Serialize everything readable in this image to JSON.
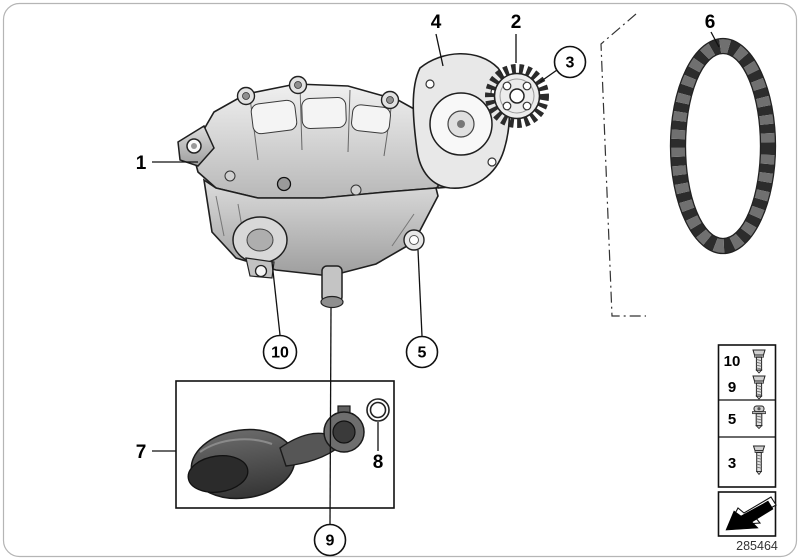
{
  "diagram_number": "285464",
  "callouts": {
    "c1": {
      "label": "1"
    },
    "c2": {
      "label": "2"
    },
    "c3": {
      "label": "3"
    },
    "c4": {
      "label": "4"
    },
    "c5": {
      "label": "5"
    },
    "c6": {
      "label": "6"
    },
    "c7": {
      "label": "7"
    },
    "c8": {
      "label": "8"
    },
    "c9": {
      "label": "9"
    },
    "c10": {
      "label": "10"
    }
  },
  "legend": {
    "rows": [
      {
        "label": "10",
        "icon": "hex-bolt"
      },
      {
        "label": "9",
        "icon": "hex-bolt"
      },
      {
        "label": "5",
        "icon": "torx-bolt"
      },
      {
        "label": "3",
        "icon": "long-bolt"
      }
    ]
  },
  "colors": {
    "background": "#ffffff",
    "line": "#111111",
    "metal_light": "#f0f0f0",
    "metal_dark": "#a8a8a8",
    "chain_dark": "#2c2c2c",
    "chain_light": "#707070",
    "pipe_dark": "#3a3a3a"
  }
}
